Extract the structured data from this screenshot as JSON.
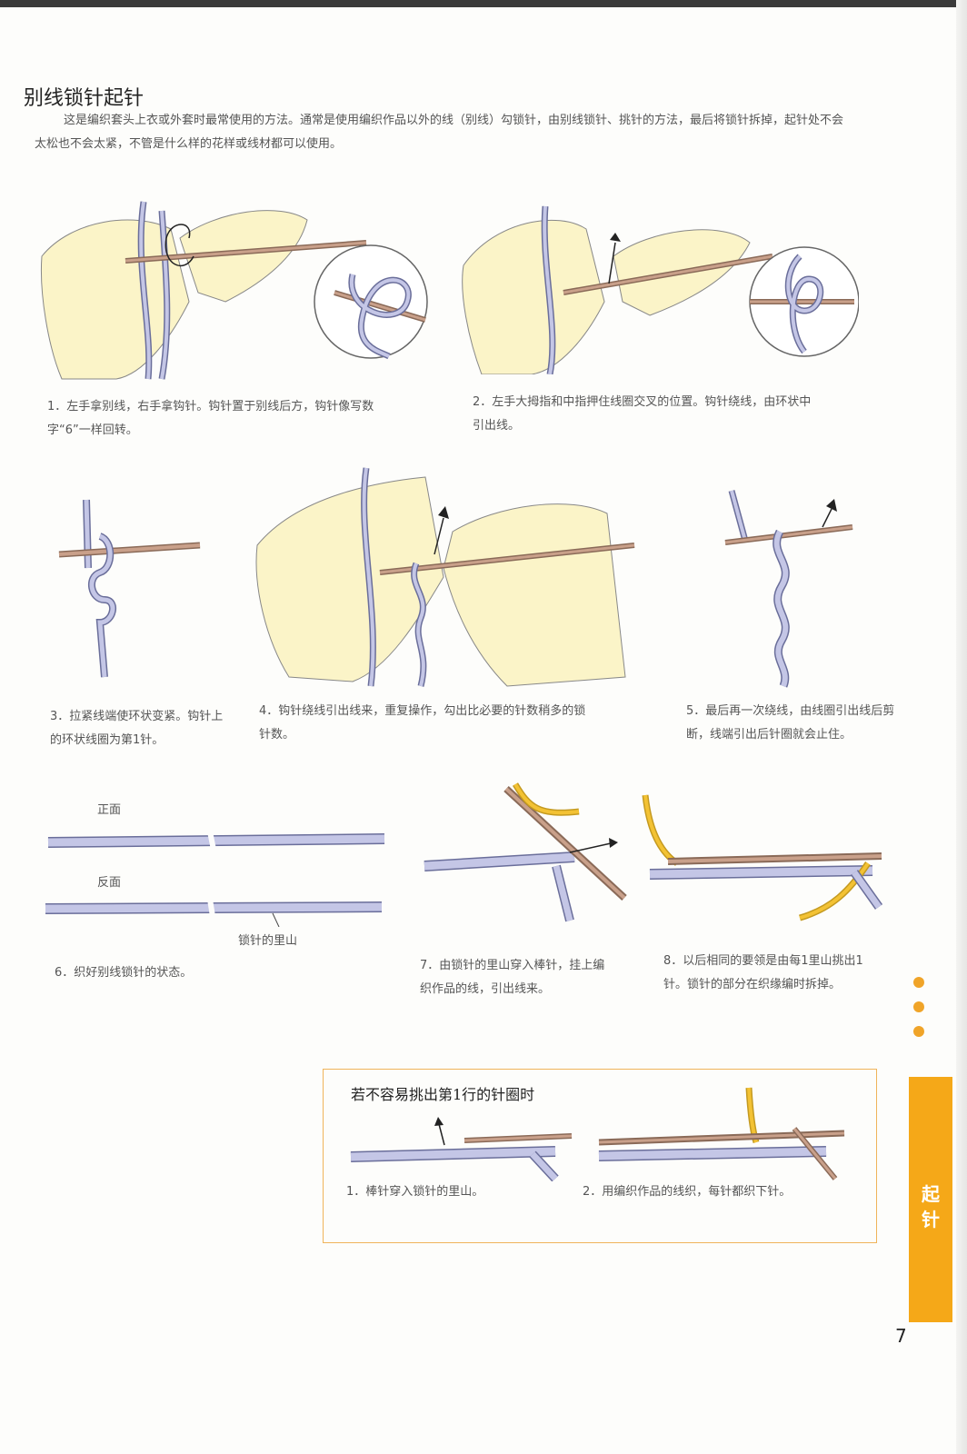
{
  "title": "别线锁针起针",
  "intro": "这是编织套头上衣或外套时最常使用的方法。通常是使用编织作品以外的线（别线）勾锁针，由别线锁针、挑针的方法，最后将锁针拆掉，起针处不会太松也不会太紧，不管是什么样的花样或线材都可以使用。",
  "steps": [
    {
      "text": "1．左手拿别线，右手拿钩针。钩针置于别线后方，钩针像写数字“6”一样回转。"
    },
    {
      "text": "2．左手大拇指和中指押住线圈交叉的位置。钩针绕线，由环状中引出线。"
    },
    {
      "text": "3．拉紧线端使环状变紧。钩针上的环状线圈为第1针。"
    },
    {
      "text": "4．钩针绕线引出线来，重复操作，勾出比必要的针数稍多的锁针数。"
    },
    {
      "text": "5．最后再一次绕线，由线圈引出线后剪断，线端引出后针圈就会止住。"
    },
    {
      "text": "6．织好别线锁针的状态。"
    },
    {
      "text": "7．由锁针的里山穿入棒针，挂上编织作品的线，引出线来。"
    },
    {
      "text": "8．以后相同的要领是由每1里山挑出1针。锁针的部分在织缘编时拆掉。"
    }
  ],
  "labels": {
    "front": "正面",
    "back": "反面",
    "back_bump": "锁针的里山"
  },
  "tip": {
    "title": "若不容易挑出第1行的针圈时",
    "step1": "1．棒针穿入锁针的里山。",
    "step2": "2．用编织作品的线织，每针都织下针。"
  },
  "side_tab": "起针",
  "page_number": "7",
  "colors": {
    "accent": "#f5a818",
    "yarn": "#c4c6e6",
    "yarn_outline": "#6a6e9a",
    "hand": "#fbf4c8",
    "needle": "#b58a72",
    "work_yarn": "#f3c234"
  }
}
